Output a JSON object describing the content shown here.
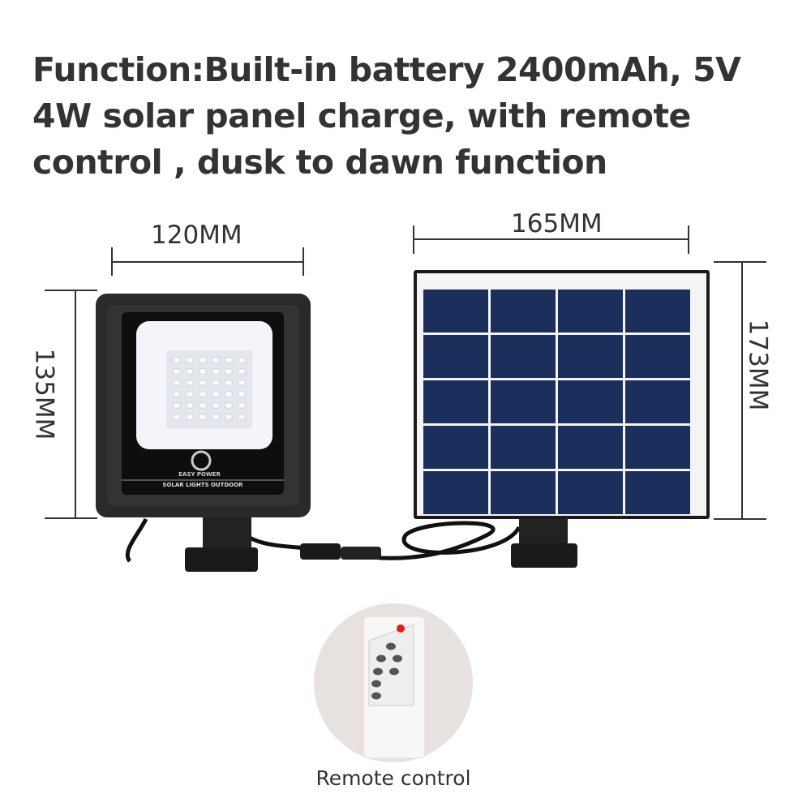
{
  "headline": "Function:Built-in battery 2400mAh, 5V 4W solar panel charge, with remote control , dusk to dawn function",
  "dimensions": {
    "light_width": "120MM",
    "light_height": "135MM",
    "panel_width": "165MM",
    "panel_height": "173MM"
  },
  "floodlight": {
    "brand": "EASY POWER",
    "label": "SOLAR LIGHTS OUTDOOR"
  },
  "remote_caption": "Remote control",
  "colors": {
    "text": "#333333",
    "panel_cell": "#1c2e5c",
    "light_body": "#2a2a2a",
    "remote_button": "#555555",
    "power_button": "#e02020"
  }
}
